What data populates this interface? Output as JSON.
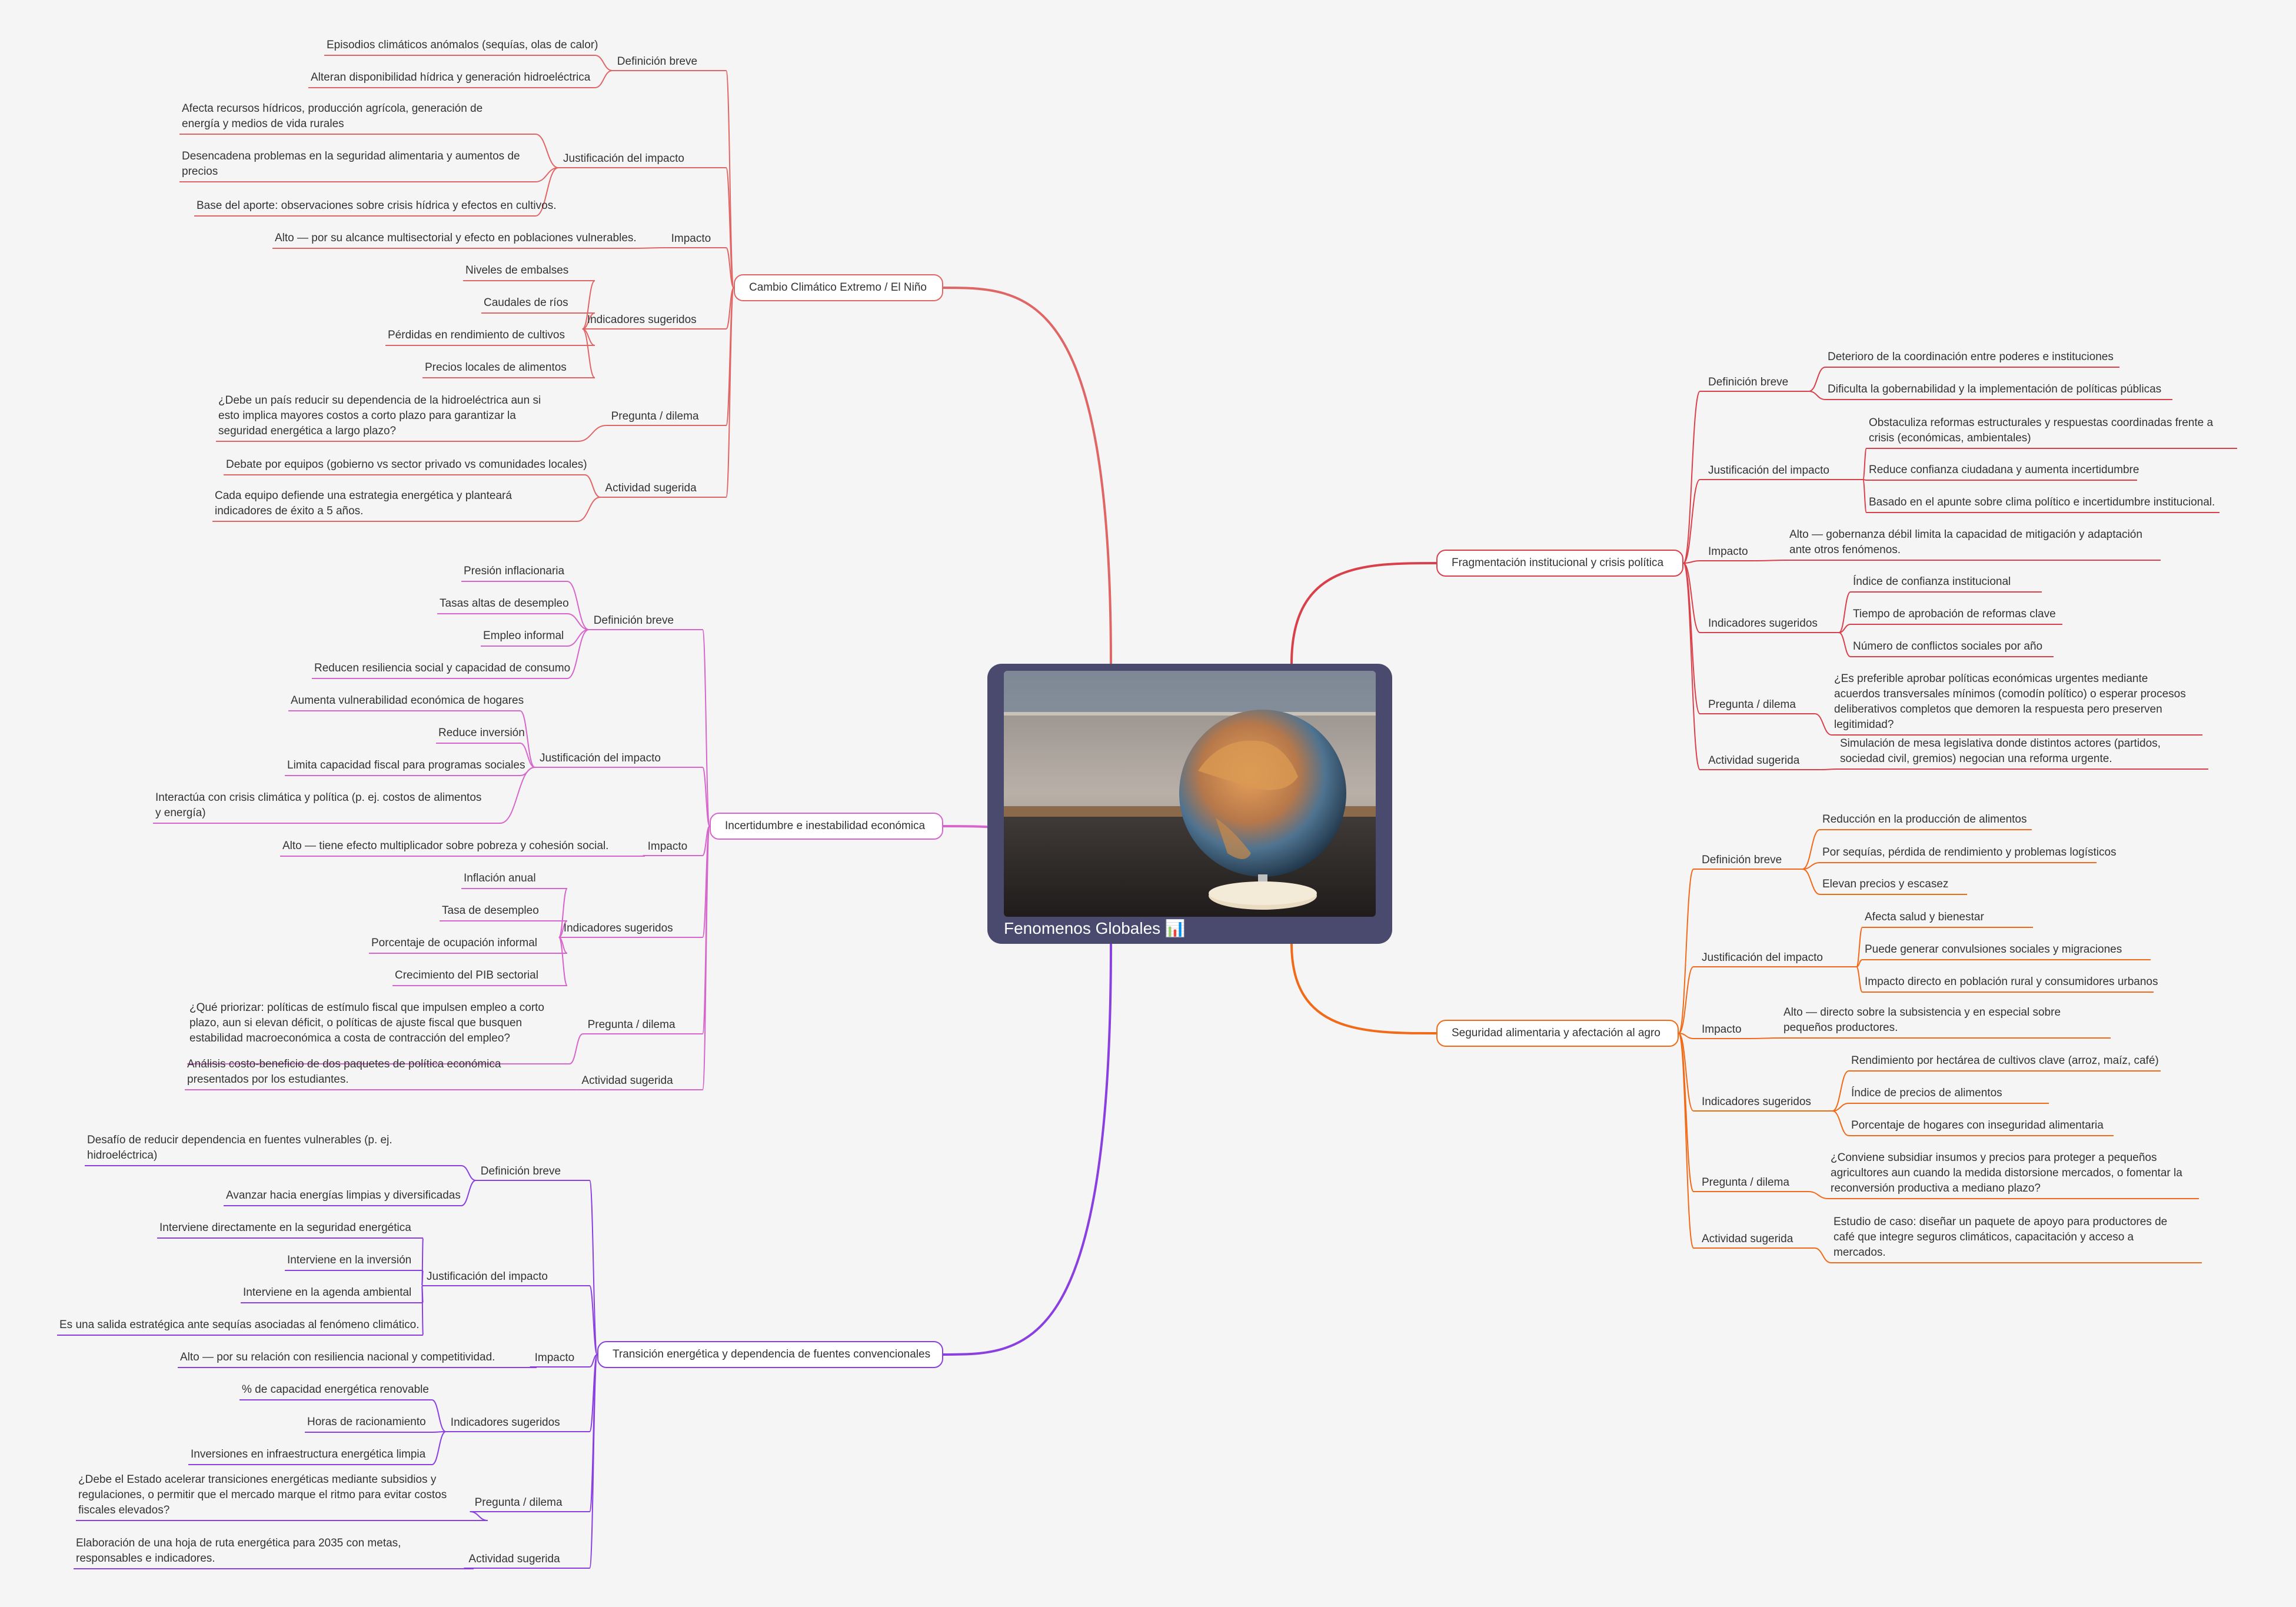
{
  "center": {
    "title": "Fenomenos Globales 📊"
  },
  "branches": [
    {
      "title": "Cambio Climático Extremo / El Niño",
      "color": "#e06666",
      "sections": [
        {
          "label": "Definición breve",
          "items": [
            "Episodios climáticos anómalos (sequías, olas de calor)",
            "Alteran disponibilidad hídrica y generación hidroeléctrica"
          ]
        },
        {
          "label": "Justificación del impacto",
          "items": [
            "Afecta recursos hídricos, producción agrícola, generación de energía y medios de vida rurales",
            "Desencadena problemas en la seguridad alimentaria y aumentos de precios",
            "Base del aporte: observaciones sobre crisis hídrica y efectos en cultivos."
          ]
        },
        {
          "label": "Impacto",
          "items": [
            "Alto — por su alcance multisectorial y efecto en poblaciones vulnerables."
          ]
        },
        {
          "label": "Indicadores sugeridos",
          "items": [
            "Niveles de embalses",
            "Caudales de ríos",
            "Pérdidas en rendimiento de cultivos",
            "Precios locales de alimentos"
          ]
        },
        {
          "label": "Pregunta / dilema",
          "items": [
            "¿Debe un país reducir su dependencia de la hidroeléctrica aun si esto implica mayores costos a corto plazo para garantizar la seguridad energética a largo plazo?"
          ]
        },
        {
          "label": "Actividad sugerida",
          "items": [
            "Debate por equipos (gobierno vs sector privado vs comunidades locales)",
            "Cada equipo defiende una estrategia energética y planteará indicadores de éxito a 5 años."
          ]
        }
      ]
    },
    {
      "title": "Incertidumbre e inestabilidad económica",
      "color": "#d666cc",
      "sections": [
        {
          "label": "Definición breve",
          "items": [
            "Presión inflacionaria",
            "Tasas altas de desempleo",
            "Empleo informal",
            "Reducen resiliencia social y capacidad de consumo"
          ]
        },
        {
          "label": "Justificación del impacto",
          "items": [
            "Aumenta vulnerabilidad económica de hogares",
            "Reduce inversión",
            "Limita capacidad fiscal para programas sociales",
            "Interactúa con crisis climática y política (p. ej. costos de alimentos y energía)"
          ]
        },
        {
          "label": "Impacto",
          "items": [
            "Alto — tiene efecto multiplicador sobre pobreza y cohesión social."
          ]
        },
        {
          "label": "Indicadores sugeridos",
          "items": [
            "Inflación anual",
            "Tasa de desempleo",
            "Porcentaje de ocupación informal",
            "Crecimiento del PIB sectorial"
          ]
        },
        {
          "label": "Pregunta / dilema",
          "items": [
            "¿Qué priorizar: políticas de estímulo fiscal que impulsen empleo a corto plazo, aun si elevan déficit, o políticas de ajuste fiscal que busquen estabilidad macroeconómica a costa de contracción del empleo?"
          ]
        },
        {
          "label": "Actividad sugerida",
          "items": [
            "Análisis costo-beneficio de dos paquetes de política económica presentados por los estudiantes."
          ]
        }
      ]
    },
    {
      "title": "Transición energética y dependencia de fuentes convencionales",
      "color": "#8a3fe0",
      "sections": [
        {
          "label": "Definición breve",
          "items": [
            "Desafío de reducir dependencia en fuentes vulnerables (p. ej. hidroeléctrica)",
            "Avanzar hacia energías limpias y diversificadas"
          ]
        },
        {
          "label": "Justificación del impacto",
          "items": [
            "Interviene directamente en la seguridad energética",
            "Interviene en la inversión",
            "Interviene en la agenda ambiental",
            "Es una salida estratégica ante sequías asociadas al fenómeno climático."
          ]
        },
        {
          "label": "Impacto",
          "items": [
            "Alto — por su relación con resiliencia nacional y competitividad."
          ]
        },
        {
          "label": "Indicadores sugeridos",
          "items": [
            "% de capacidad energética renovable",
            "Horas de racionamiento",
            "Inversiones en infraestructura energética limpia"
          ]
        },
        {
          "label": "Pregunta / dilema",
          "items": [
            "¿Debe el Estado acelerar transiciones energéticas mediante subsidios y regulaciones, o permitir que el mercado marque el ritmo para evitar costos fiscales elevados?"
          ]
        },
        {
          "label": "Actividad sugerida",
          "items": [
            "Elaboración de una hoja de ruta energética para 2035 con metas, responsables e indicadores."
          ]
        }
      ]
    },
    {
      "title": "Fragmentación institucional y crisis política",
      "color": "#d9404a",
      "sections": [
        {
          "label": "Definición breve",
          "items": [
            "Deterioro de la coordinación entre poderes e instituciones",
            "Dificulta la gobernabilidad y la implementación de políticas públicas"
          ]
        },
        {
          "label": "Justificación del impacto",
          "items": [
            "Obstaculiza reformas estructurales y respuestas coordinadas frente a crisis (económicas, ambientales)",
            "Reduce confianza ciudadana y aumenta incertidumbre",
            "Basado en el apunte sobre clima político e incertidumbre institucional."
          ]
        },
        {
          "label": "Impacto",
          "items": [
            "Alto — gobernanza débil limita la capacidad de mitigación y adaptación ante otros fenómenos."
          ]
        },
        {
          "label": "Indicadores sugeridos",
          "items": [
            "Índice de confianza institucional",
            "Tiempo de aprobación de reformas clave",
            "Número de conflictos sociales por año"
          ]
        },
        {
          "label": "Pregunta / dilema",
          "items": [
            "¿Es preferible aprobar políticas económicas urgentes mediante acuerdos transversales mínimos (comodín político) o esperar procesos deliberativos completos que demoren la respuesta pero preserven legitimidad?"
          ]
        },
        {
          "label": "Actividad sugerida",
          "items": [
            "Simulación de mesa legislativa donde distintos actores (partidos, sociedad civil, gremios) negocian una reforma urgente."
          ]
        }
      ]
    },
    {
      "title": "Seguridad alimentaria y afectación al agro",
      "color": "#f06a18",
      "sections": [
        {
          "label": "Definición breve",
          "items": [
            "Reducción en la producción de alimentos",
            "Por sequías, pérdida de rendimiento y problemas logísticos",
            "Elevan precios y escasez"
          ]
        },
        {
          "label": "Justificación del impacto",
          "items": [
            "Afecta salud y bienestar",
            "Puede generar convulsiones sociales y migraciones",
            "Impacto directo en población rural y consumidores urbanos"
          ]
        },
        {
          "label": "Impacto",
          "items": [
            "Alto — directo sobre la subsistencia y en especial sobre pequeños productores."
          ]
        },
        {
          "label": "Indicadores sugeridos",
          "items": [
            "Rendimiento por hectárea de cultivos clave (arroz, maíz, café)",
            "Índice de precios de alimentos",
            "Porcentaje de hogares con inseguridad alimentaria"
          ]
        },
        {
          "label": "Pregunta / dilema",
          "items": [
            "¿Conviene subsidiar insumos y precios para proteger a pequeños agricultores aun cuando la medida distorsione mercados, o fomentar la reconversión productiva a mediano plazo?"
          ]
        },
        {
          "label": "Actividad sugerida",
          "items": [
            "Estudio de caso: diseñar un paquete de apoyo para productores de café que integre seguros climáticos, capacitación y acceso a mercados."
          ]
        }
      ]
    }
  ]
}
